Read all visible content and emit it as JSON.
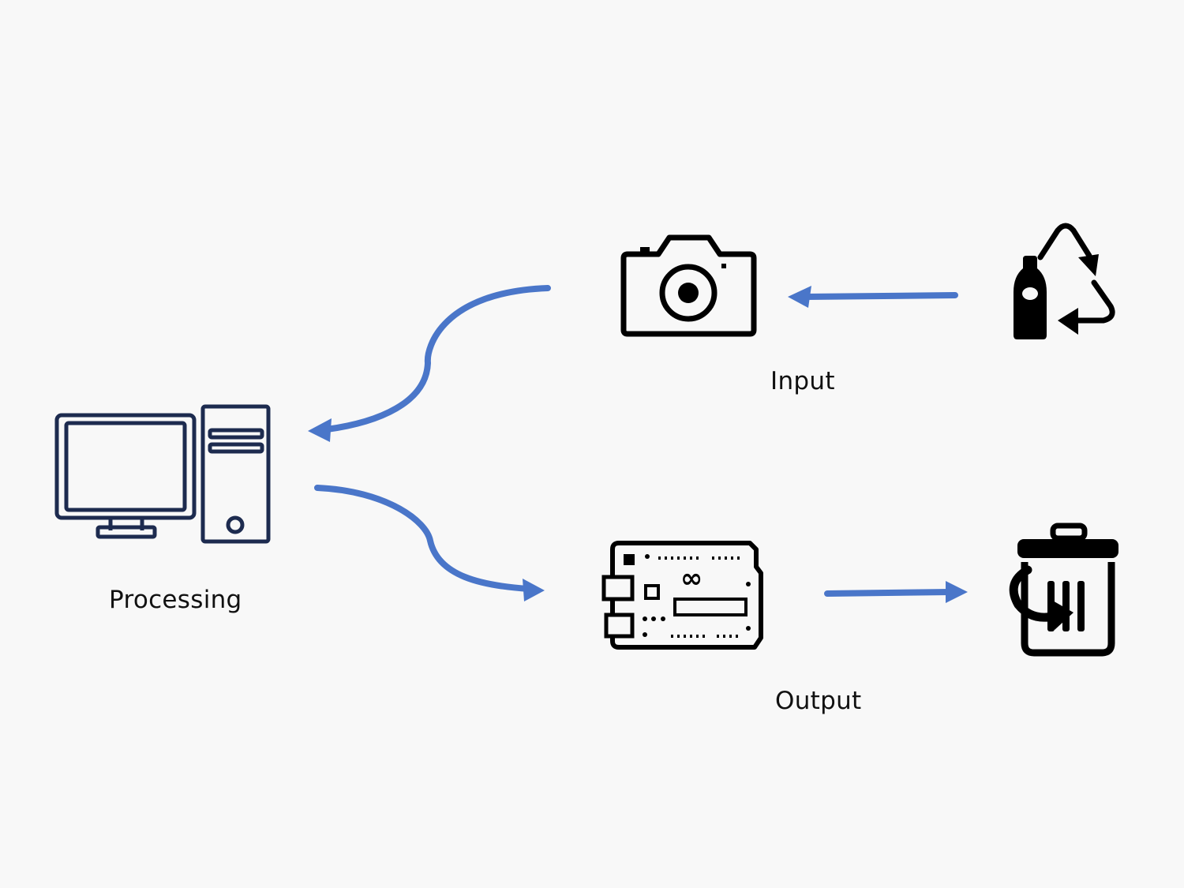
{
  "labels": {
    "processing": "Processing",
    "input": "Input",
    "output": "Output"
  },
  "icons": {
    "computer": "desktop-computer-icon",
    "camera": "camera-icon",
    "recycle_bottle": "recycle-bottle-icon",
    "microcontroller": "arduino-board-icon",
    "trash": "trash-bin-icon"
  },
  "colors": {
    "background": "#f8f8f8",
    "arrow": "#4a76c9",
    "computer_stroke": "#1d2b4f",
    "icon_black": "#000000",
    "text": "#111111"
  }
}
